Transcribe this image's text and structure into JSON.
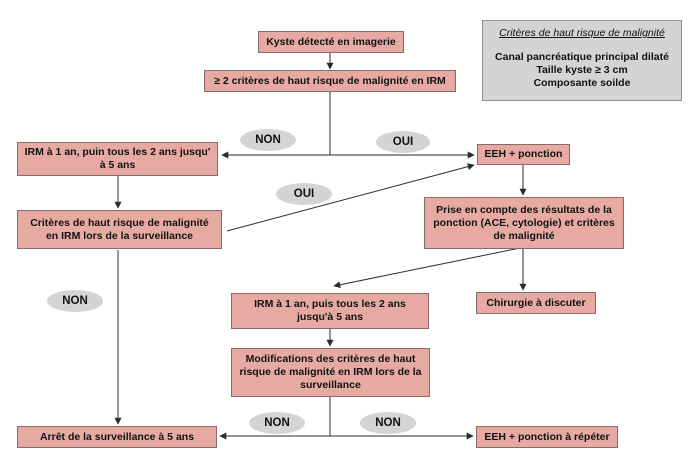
{
  "colors": {
    "node_fill": "#e7aaa3",
    "node_border": "#8a6a66",
    "label_fill": "#d4d4d4",
    "legend_fill": "#d4d4d4",
    "edge": "#2b2b2b"
  },
  "nodes": {
    "kyste": "Kyste détecté en imagerie",
    "criteres_irm": "≥ 2 critères de haut risque de malignité en IRM",
    "irm_surveillance_1": "IRM à 1 an, puin tous les 2 ans jusqu' à 5 ans",
    "eeh_ponction": "EEH + ponction",
    "criteres_surveillance": "Critères de haut risque de malignité en IRM lors de la surveillance",
    "prise_en_compte": "Prise en compte des résultats de la ponction (ACE, cytologie) et critères de malignité",
    "irm_surveillance_2": "IRM à 1 an, puis tous les 2 ans jusqu'à 5 ans",
    "chirurgie": "Chirurgie à discuter",
    "modifications": "Modifications des critères de haut risque de malignité en IRM lors de la surveillance",
    "arret": "Arrêt de la surveillance à 5 ans",
    "eeh_repeter": "EEH + ponction à répéter"
  },
  "edge_labels": {
    "non_1": "NON",
    "oui_1": "OUI",
    "oui_2": "OUI",
    "non_2": "NON",
    "non_3": "NON",
    "non_4": "NON"
  },
  "legend": {
    "title": "Critères de haut risque de malignité",
    "items": [
      "Canal pancréatique principal dilaté",
      "Taille kyste ≥ 3 cm",
      "Composante soilde"
    ]
  }
}
